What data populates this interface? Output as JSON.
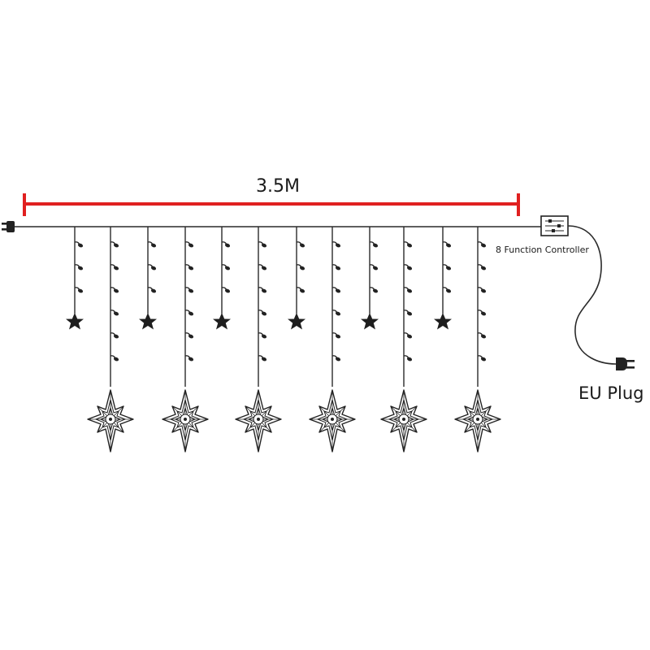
{
  "dimension": {
    "label": "3.5M",
    "color": "#e02020"
  },
  "controller": {
    "label": "8 Function Controller"
  },
  "plug": {
    "label": "EU Plug"
  },
  "wire_color": "#2a2a2a",
  "drops": {
    "small_star_strands": 6,
    "big_star_strands": 6,
    "bulbs_on_short_strand": 3,
    "bulbs_on_long_strand": 6
  }
}
